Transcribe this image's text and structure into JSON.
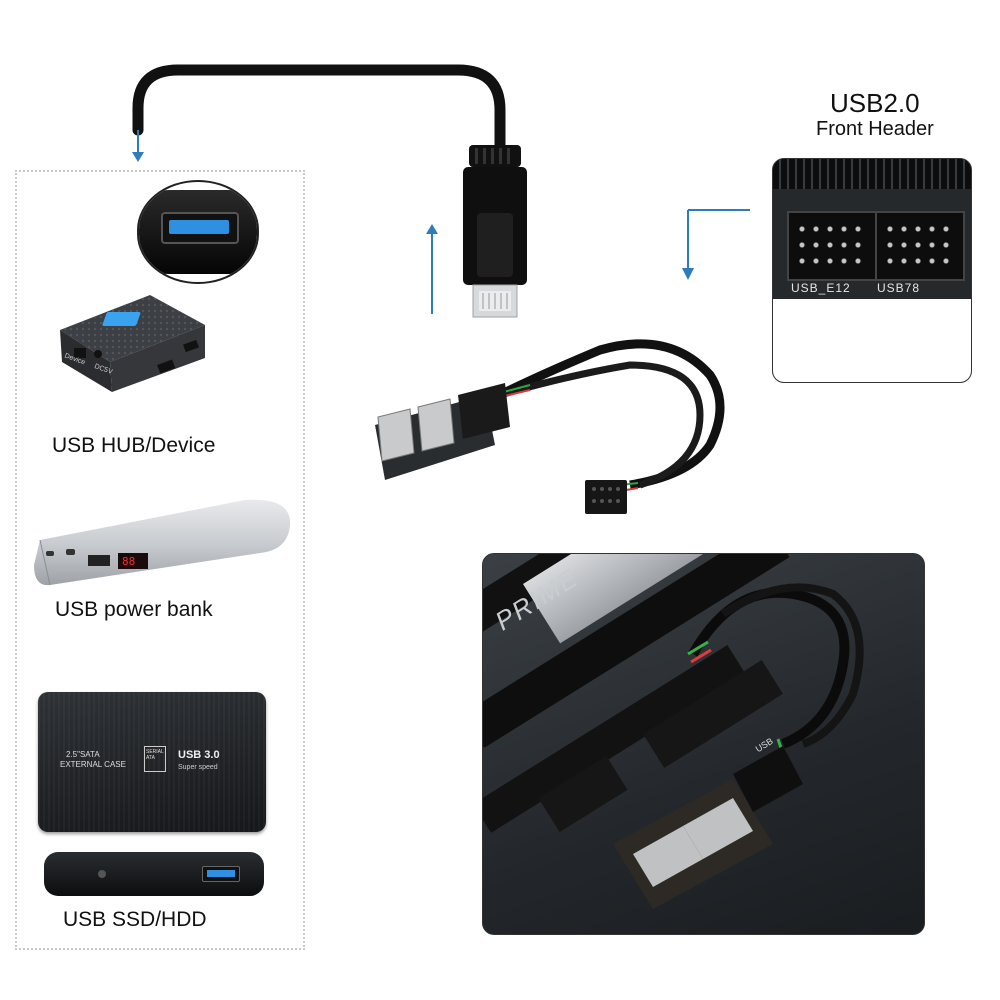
{
  "header": {
    "title_line1": "USB2.0",
    "title_line2": "Front Header"
  },
  "devices": {
    "hub_label": "USB HUB/Device",
    "power_bank_label": "USB power bank",
    "ssd_label": "USB SSD/HDD"
  },
  "hub_print": {
    "device": "Device",
    "dc5v": "DC5V"
  },
  "hdd_print": {
    "sata": "2.5\"SATA",
    "case": "EXTERNAL CASE",
    "serial_ata": "SERIAL ATA",
    "usb": "USB 3.0",
    "speed": "Super speed"
  },
  "board_print": {
    "header_a": "USB_E12",
    "header_b": "USB78",
    "brand": "PRIME",
    "usb": "USB"
  },
  "colors": {
    "arrow": "#2e7cc0",
    "usb_blue": "#2f8fe0",
    "cable": "#111111",
    "frame_border": "#333333",
    "dotted_border": "#c8c8c8"
  },
  "icons": [
    "down-arrow-icon",
    "up-arrow-icon",
    "usb-port-icon"
  ]
}
